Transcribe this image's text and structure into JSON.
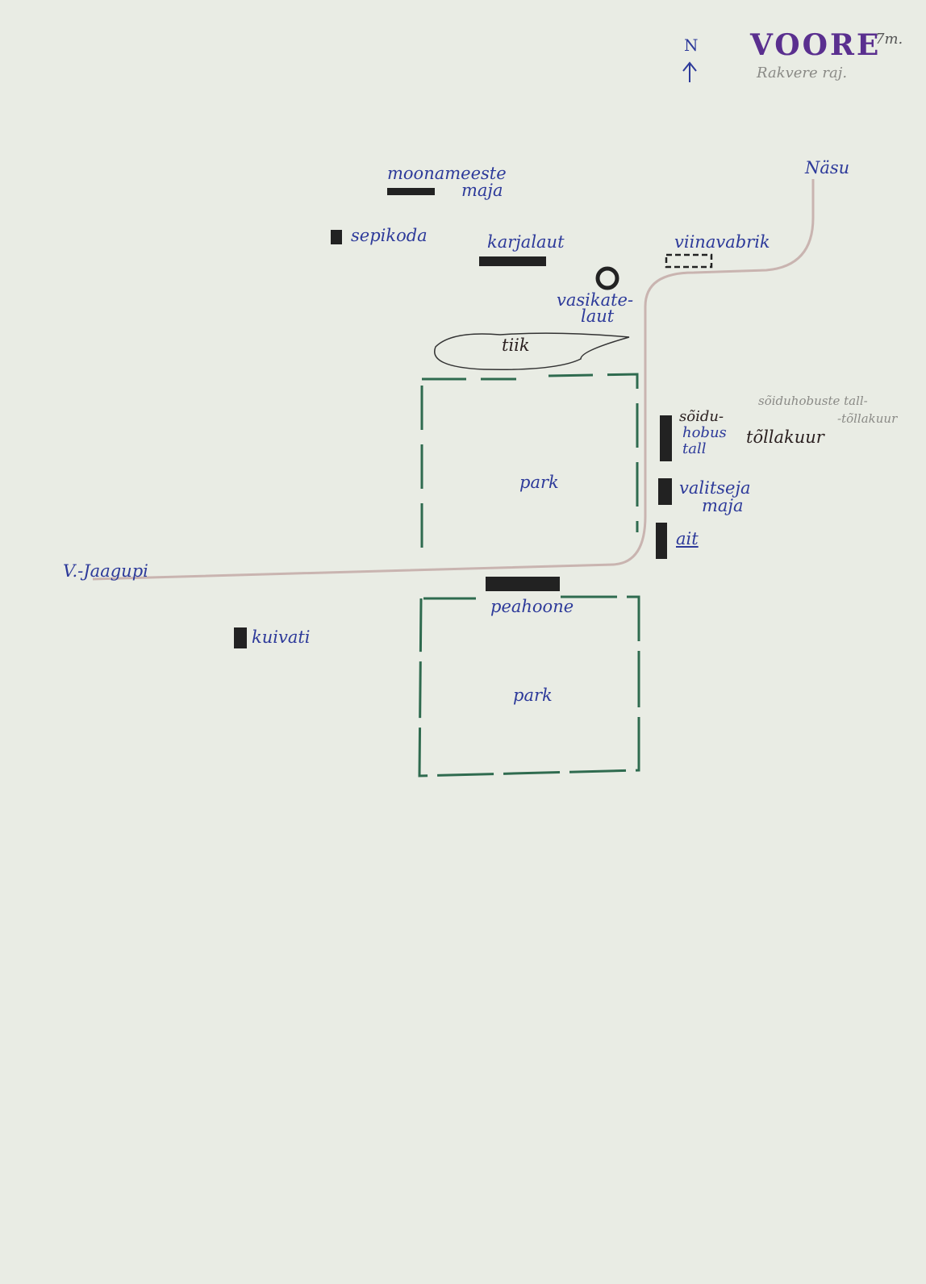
{
  "title": "VOORE",
  "page_mark": "7m.",
  "subtitle": "Rakvere raj.",
  "north": "N",
  "labels": {
    "nasu": "Näsu",
    "moonamees1": "moonameeste",
    "moonamees2": "maja",
    "sepikoda": "sepikoda",
    "karjalaut": "karjalaut",
    "viinavabrik": "viinavabrik",
    "vasikate1": "vasikate-",
    "vasikate2": "laut",
    "tiik": "tiik",
    "park_north": "park",
    "soidu": "sõidu-",
    "hobus": "hobus",
    "tall": "tall",
    "tollakuur": "tõllakuur",
    "note1": "sõiduhobuste tall-",
    "note2": "-tõllakuur",
    "valitseja1": "valitseja",
    "valitseja2": "maja",
    "ait": "ait",
    "v_jaagupi": "V.-Jaagupi",
    "peahoone": "peahoone",
    "kuivati": "kuivati",
    "park_south": "park"
  },
  "colors": {
    "ink": "#2d3a9a",
    "title": "#5a2f8f",
    "road": "#c9b4b0",
    "park": "#2f6b4f",
    "building": "#222"
  }
}
